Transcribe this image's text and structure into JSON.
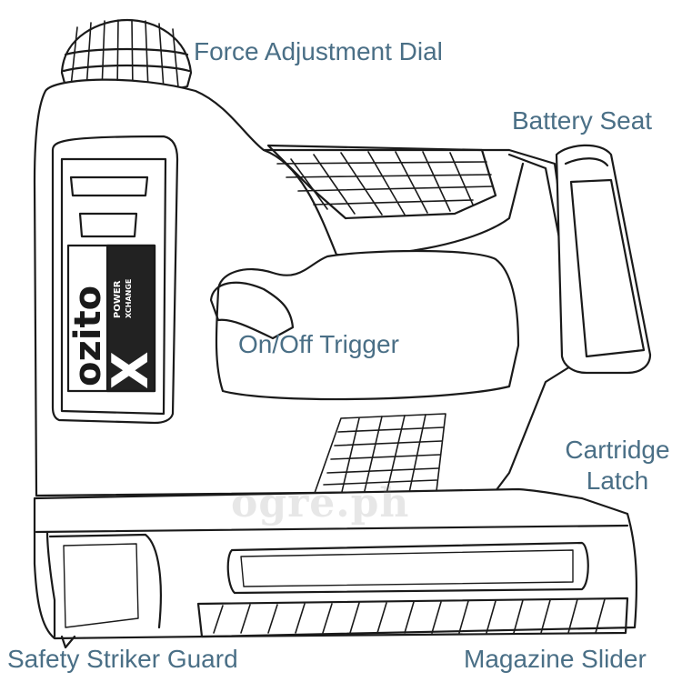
{
  "labels": {
    "force_dial": "Force Adjustment Dial",
    "battery_seat": "Battery Seat",
    "trigger": "On/Off Trigger",
    "cartridge_latch": "Cartridge\nLatch",
    "safety_guard": "Safety Striker Guard",
    "magazine_slider": "Magazine Slider"
  },
  "brand": {
    "name": "ozito",
    "mark": "X",
    "line1": "POWER",
    "line2": "XCHANGE"
  },
  "watermark": "ogre.ph",
  "colors": {
    "label": "#4a6f86",
    "outline": "#1a1a1a",
    "panel": "#222222"
  }
}
